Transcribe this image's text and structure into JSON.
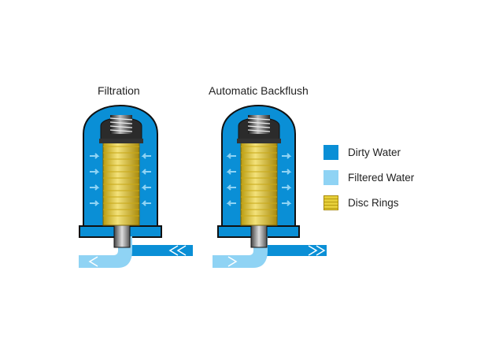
{
  "panels": [
    {
      "title": "Filtration"
    },
    {
      "title": "Automatic Backflush"
    }
  ],
  "legend": [
    {
      "label": "Dirty Water",
      "color": "#0a8fd6"
    },
    {
      "label": "Filtered Water",
      "color": "#8fd3f4"
    },
    {
      "label": "Disc Rings",
      "color": "#e6cf3a"
    }
  ],
  "colors": {
    "dirty_water": "#0a8fd6",
    "filtered_water": "#8fd3f4",
    "disc_rings": "#e6cf3a",
    "housing_outline": "#111111",
    "core": "#333333"
  }
}
